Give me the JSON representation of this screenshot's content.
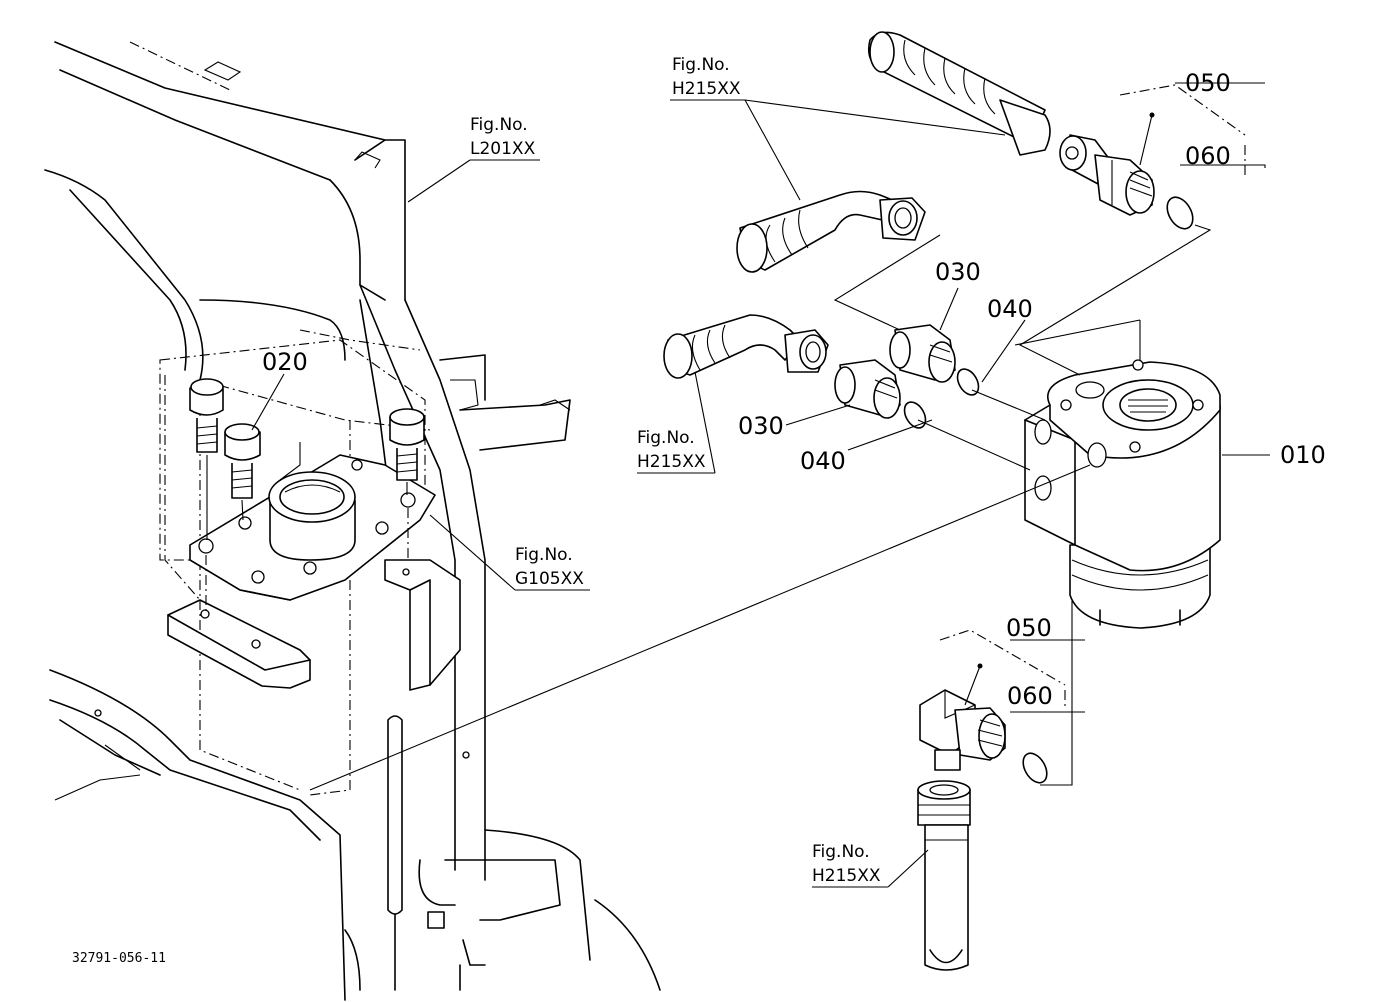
{
  "parts": {
    "p010": "010",
    "p020": "020",
    "p030a": "030",
    "p030b": "030",
    "p040a": "040",
    "p040b": "040",
    "p050a": "050",
    "p050b": "050",
    "p060a": "060",
    "p060b": "060"
  },
  "figrefs": {
    "l201": {
      "label": "Fig.No.",
      "code": "L201XX"
    },
    "g105": {
      "label": "Fig.No.",
      "code": "G105XX"
    },
    "h215_top": {
      "label": "Fig.No.",
      "code": "H215XX"
    },
    "h215_mid": {
      "label": "Fig.No.",
      "code": "H215XX"
    },
    "h215_bot": {
      "label": "Fig.No.",
      "code": "H215XX"
    }
  },
  "drawing_code": "32791-056-11"
}
